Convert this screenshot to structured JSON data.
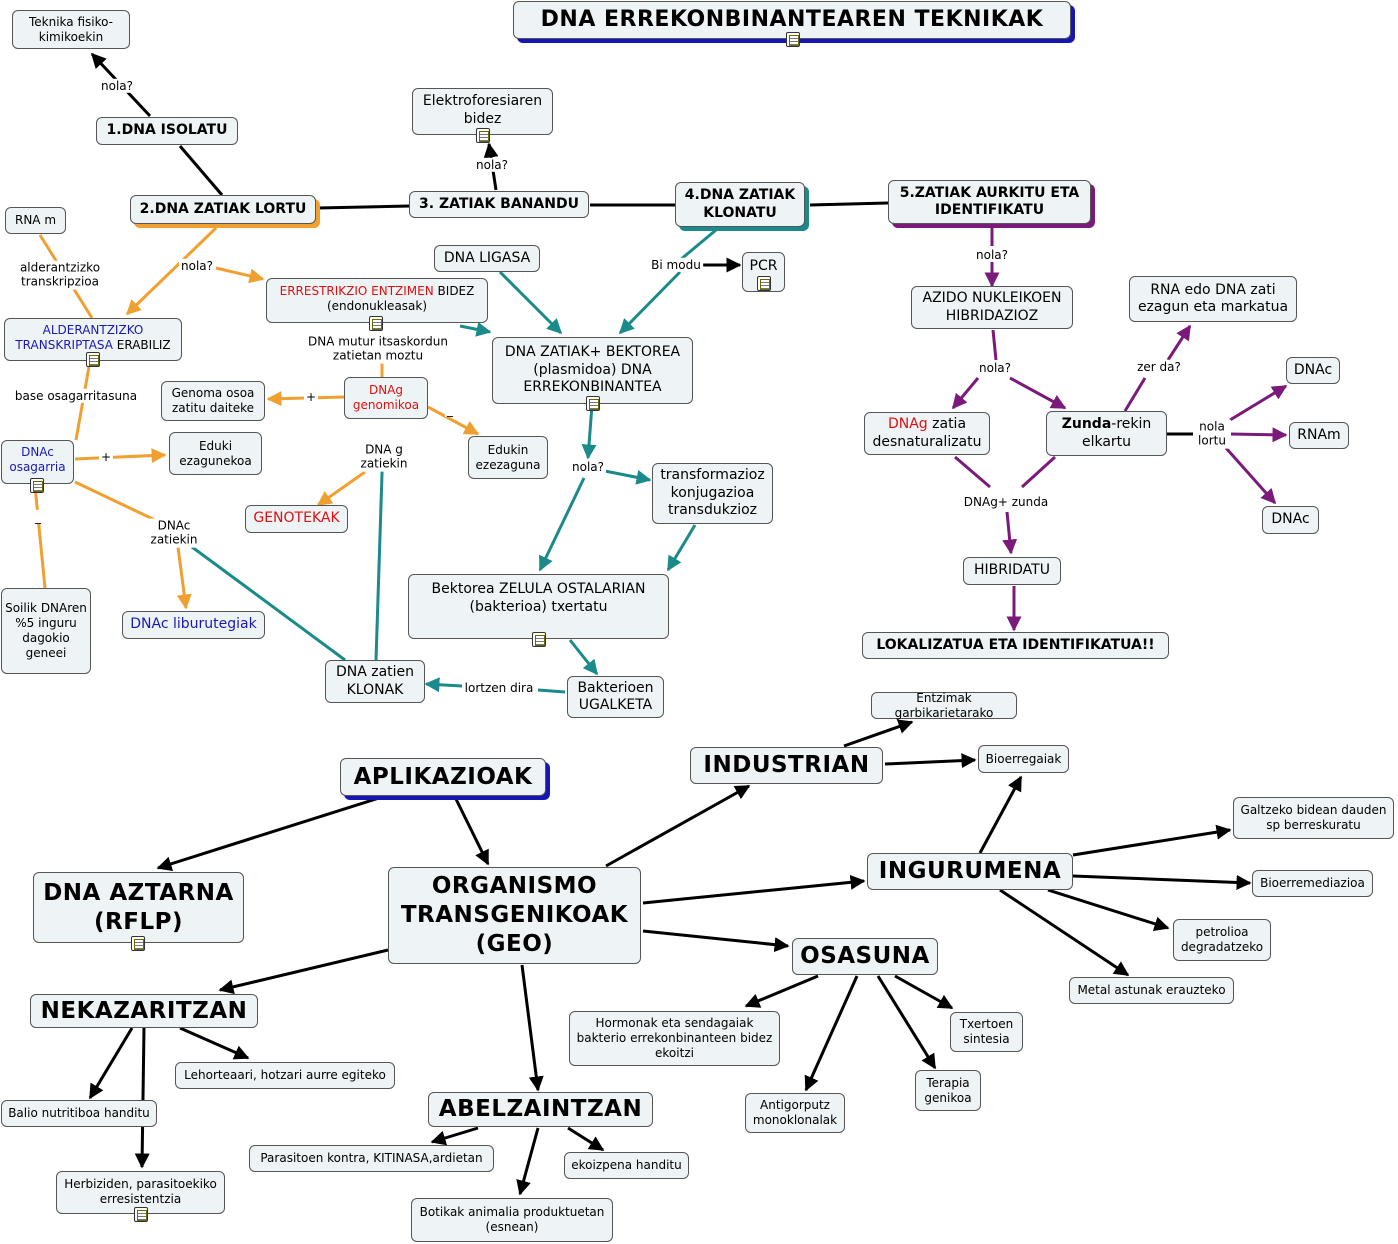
{
  "title": "DNA ERREKONBINANTEAREN TEKNIKAK",
  "colors": {
    "orange": "#f0a030",
    "teal": "#1a8a8a",
    "purple": "#7a1a7a",
    "blue": "#1616b4",
    "black": "#000000"
  },
  "nodes": {
    "teknika": "Teknika fisiko-kimikoekin",
    "isolatu": "1.DNA ISOLATU",
    "lortu": "2.DNA ZATIAK LORTU",
    "elektro": "Elektroforesiaren bidez",
    "banandu": "3. ZATIAK BANANDU",
    "klonatu": "4.DNA ZATIAK KLONATU",
    "aurkitu": "5.ZATIAK AURKITU ETA IDENTIFIKATU",
    "rnam": "RNA m",
    "alder_a": "ALDERANTZIZKO TRANSKRIPTASA",
    "alder_b": " ERABILIZ",
    "errestr_a": "ERRESTRIKZIO ENTZIMEN",
    "errestr_b": " BIDEZ",
    "errestr_c": "(endonukleasak)",
    "ligasa": "DNA LIGASA",
    "pcr": "PCR",
    "zatiak_bektorea": "DNA ZATIAK+ BEKTOREA (plasmidoa) DNA ERREKONBINANTEA",
    "azido": "AZIDO NUKLEIKOEN HIBRIDAZIOZ",
    "rna_dna": "RNA edo DNA zati ezagun eta markatua",
    "genoma": "Genoma osoa zatitu daiteke",
    "dnag": "DNAg genomikoa",
    "edukin": "Edukin ezezaguna",
    "genotekak": "GENOTEKAK",
    "dnac_osag": "DNAc osagarria",
    "eduki": "Eduki ezagunekoa",
    "soilik": "Soilik DNAren %5 inguru dagokio geneei",
    "dnac_lib": "DNAc liburutegiak",
    "transf": "transformazioz konjugazioa transdukzioz",
    "bektorea": "Bektorea ZELULA OSTALARIAN (bakterioa) txertatu",
    "klonak": "DNA zatien KLONAK",
    "ugalketa": "Bakterioen UGALKETA",
    "desnat_a": "DNAg",
    "desnat_b": " zatia desnaturalizatu",
    "zunda_a": "Zunda",
    "zunda_b": "-rekin elkartu",
    "dnac1": "DNAc",
    "rnam2": "RNAm",
    "dnac2": "DNAc",
    "hibridatu": "HIBRIDATU",
    "lokalizatua": "LOKALIZATUA ETA IDENTIFIKATUA!!",
    "aplikazioak": "APLIKAZIOAK",
    "aztarna": "DNA AZTARNA (RFLP)",
    "geo": "ORGANISMO TRANSGENIKOAK (GEO)",
    "industrian": "INDUSTRIAN",
    "entzimak": "Entzimak garbikarietarako",
    "bioerregaiak": "Bioerregaiak",
    "ingurumena": "INGURUMENA",
    "galtzeko": "Galtzeko bidean dauden sp berreskuratu",
    "bioerremed": "Bioerremediazioa",
    "petrolioa": "petrolioa degradatzeko",
    "metal": "Metal astunak erauzteko",
    "osasuna": "OSASUNA",
    "hormonak": "Hormonak eta sendagaiak bakterio errekonbinanteen bidez ekoitzi",
    "txertoen": "Txertoen sintesia",
    "terapia": "Terapia genikoa",
    "antigorputz": "Antigorputz monoklonalak",
    "nekazaritzan": "NEKAZARITZAN",
    "lehorte": "Lehorteaari, hotzari aurre egiteko",
    "balio": "Balio nutritiboa handitu",
    "herbiziden": "Herbiziden, parasitoekiko erresistentzia",
    "abelzaintzan": "ABELZAINTZAN",
    "parasitoen": "Parasitoen kontra, KITINASA,ardietan",
    "ekoizpena": "ekoizpena handitu",
    "botikak": "Botikak animalia produktuetan (esnean)"
  },
  "labels": {
    "nola1": "nola?",
    "nola2": "nola?",
    "nola3": "nola?",
    "alder": "alderantzizko transkripzioa",
    "base": "base osagarritasuna",
    "mutur": "DNA mutur itsaskordun zatietan moztu",
    "plus1": "+",
    "minus1": "_",
    "dnag_z": "DNA g zatiekin",
    "plus2": "+",
    "minus2": "_",
    "dnac_z": "DNAc zatiekin",
    "bimodu": "Bi modu",
    "nola4": "nola?",
    "lortzen": "lortzen dira",
    "nola5": "nola?",
    "nola6": "nola?",
    "zerda": "zer da?",
    "nolalortu": "nola lortu",
    "dnagzunda": "DNAg+ zunda"
  }
}
